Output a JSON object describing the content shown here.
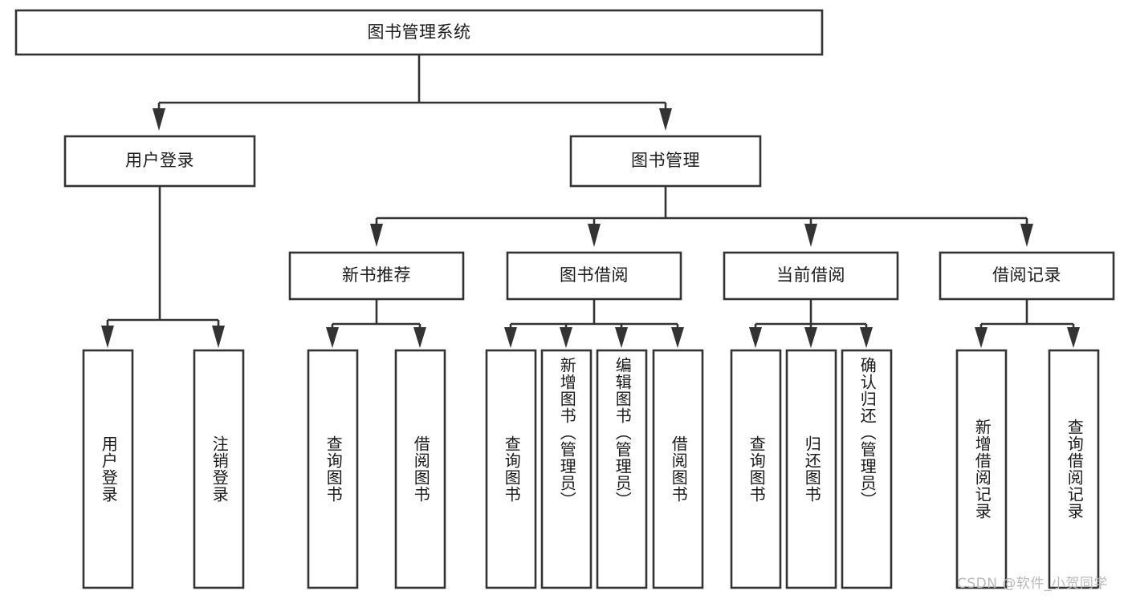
{
  "diagram": {
    "title": "图书管理系统",
    "type": "tree-hierarchy",
    "watermark": "CSDN @软件_小贺同学",
    "root": {
      "id": "root",
      "label": "图书管理系统"
    },
    "level2": [
      {
        "id": "user-login",
        "label": "用户登录"
      },
      {
        "id": "book-manage",
        "label": "图书管理"
      }
    ],
    "level3": [
      {
        "id": "new-book-rec",
        "label": "新书推荐"
      },
      {
        "id": "book-borrow",
        "label": "图书借阅"
      },
      {
        "id": "current-borrow",
        "label": "当前借阅"
      },
      {
        "id": "borrow-record",
        "label": "借阅记录"
      }
    ],
    "leaves": [
      {
        "id": "leaf-user-login",
        "label": "用户登录",
        "parent": "user-login"
      },
      {
        "id": "leaf-logout",
        "label": "注销登录",
        "parent": "user-login"
      },
      {
        "id": "leaf-query-book-1",
        "label": "查询图书",
        "parent": "new-book-rec"
      },
      {
        "id": "leaf-borrow-book-1",
        "label": "借阅图书",
        "parent": "new-book-rec"
      },
      {
        "id": "leaf-query-book-2",
        "label": "查询图书",
        "parent": "book-borrow"
      },
      {
        "id": "leaf-add-book",
        "label": "新增图书（管理员）",
        "parent": "book-borrow"
      },
      {
        "id": "leaf-edit-book",
        "label": "编辑图书（管理员）",
        "parent": "book-borrow"
      },
      {
        "id": "leaf-borrow-book-2",
        "label": "借阅图书",
        "parent": "book-borrow"
      },
      {
        "id": "leaf-query-book-3",
        "label": "查询图书",
        "parent": "current-borrow"
      },
      {
        "id": "leaf-return-book",
        "label": "归还图书",
        "parent": "current-borrow"
      },
      {
        "id": "leaf-confirm-return",
        "label": "确认归还（管理员）",
        "parent": "current-borrow"
      },
      {
        "id": "leaf-add-record",
        "label": "新增借阅记录",
        "parent": "borrow-record"
      },
      {
        "id": "leaf-query-record",
        "label": "查询借阅记录",
        "parent": "borrow-record"
      }
    ],
    "colors": {
      "stroke": "#333333",
      "fill": "#ffffff",
      "text": "#1a1a1a",
      "watermark": "#b9b9b9",
      "background": "#ffffff"
    }
  }
}
